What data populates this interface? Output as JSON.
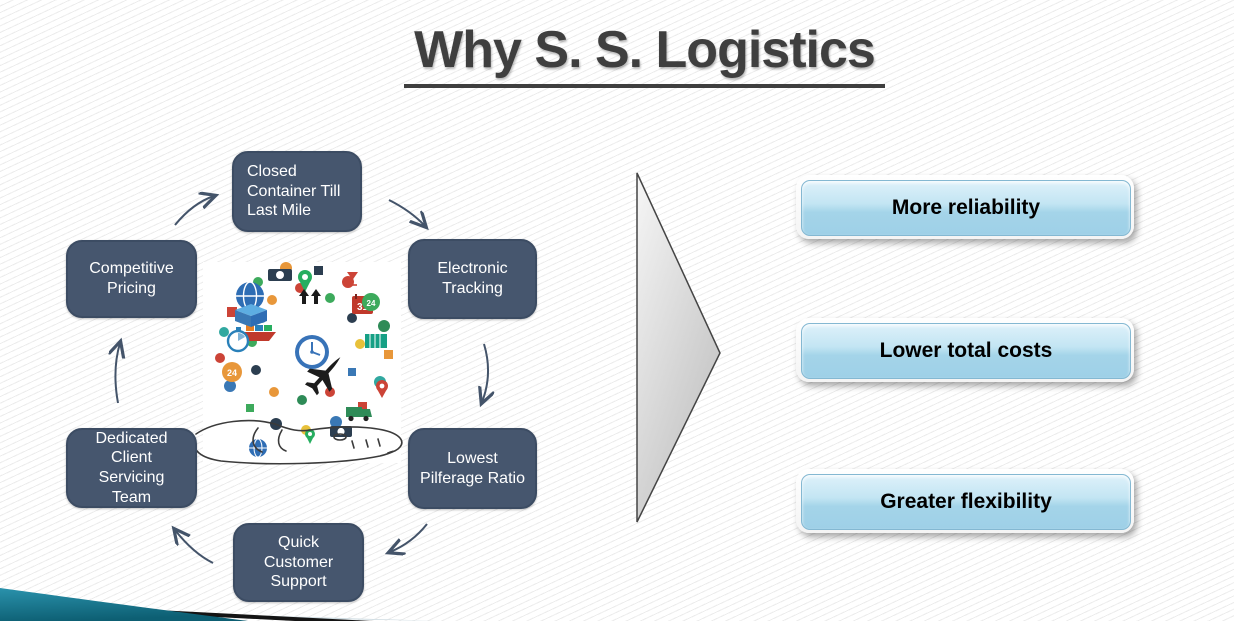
{
  "title": "Why S. S. Logistics",
  "cycle": {
    "items": [
      {
        "name": "closed-container-till-last-mile",
        "label": "Closed\nContainer Till\nLast Mile"
      },
      {
        "name": "electronic-tracking",
        "label": "Electronic\nTracking"
      },
      {
        "name": "lowest-pilferage-ratio",
        "label": "Lowest\nPilferage Ratio"
      },
      {
        "name": "quick-customer-support",
        "label": "Quick Customer\nSupport"
      },
      {
        "name": "dedicated-client-servicing-team",
        "label": "Dedicated\nClient\nServicing\nTeam"
      },
      {
        "name": "competitive-pricing",
        "label": "Competitive\nPricing"
      }
    ]
  },
  "benefits": [
    {
      "label": "More reliability"
    },
    {
      "label": "Lower total costs"
    },
    {
      "label": "Greater flexibility"
    }
  ],
  "center_image": {
    "description": "Sphere collage of colorful logistics icons resting on a sketched open hand",
    "icons": [
      "clock",
      "airplane",
      "cargo-ship",
      "globe",
      "location-pin",
      "24-hours-badge",
      "calendar-31",
      "stopwatch",
      "delivery-truck",
      "shipping-container",
      "money",
      "package-box",
      "this-side-up-arrows"
    ]
  },
  "colors": {
    "node_fill": "#46566e",
    "arrow": "#44546a",
    "button_blue": "#a9d7ec",
    "triangle_gray": "#cccccc",
    "footer_teal": "#1d7f99",
    "title_text": "#3f3f3f"
  }
}
